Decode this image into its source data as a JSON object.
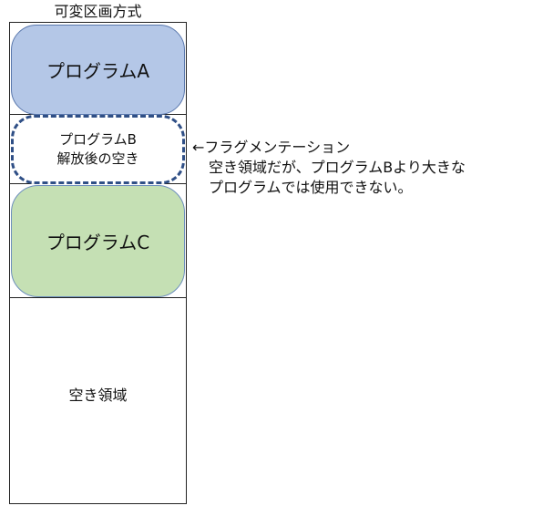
{
  "title": "可変区画方式",
  "blocks": {
    "program_a": "プログラムA",
    "program_b_line1": "プログラムB",
    "program_b_line2": "解放後の空き",
    "program_c": "プログラムC",
    "free_area": "空き領域"
  },
  "annotation": {
    "line1": "←フラグメンテーション",
    "line2": "空き領域だが、プログラムBより大きな",
    "line3": "プログラムでは使用できない。"
  },
  "colors": {
    "program_a_fill": "#b4c7e7",
    "program_b_border": "#2f4f86",
    "program_c_fill": "#c5e0b4",
    "outline": "#222222"
  }
}
